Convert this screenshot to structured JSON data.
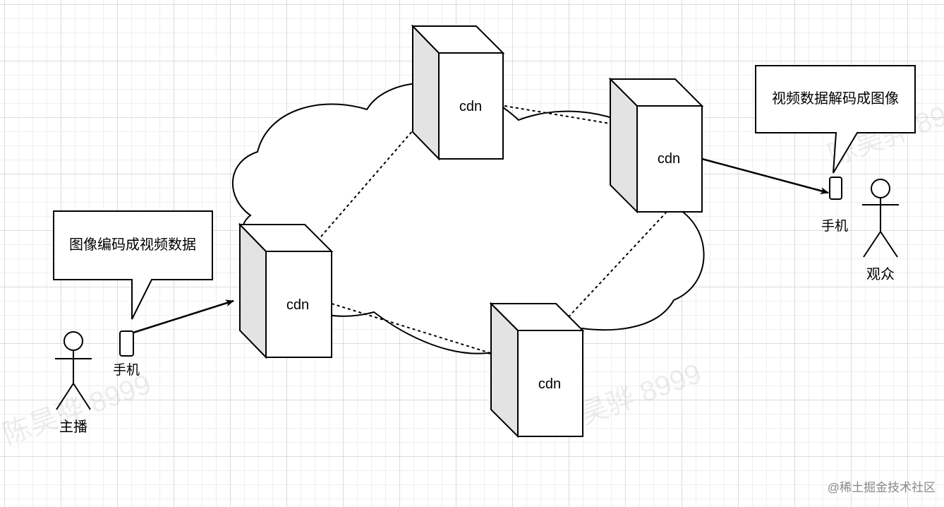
{
  "nodes": {
    "cdn_top": "cdn",
    "cdn_right": "cdn",
    "cdn_left": "cdn",
    "cdn_bottom": "cdn"
  },
  "callouts": {
    "encode": "图像编码成视频数据",
    "decode": "视频数据解码成图像"
  },
  "devices": {
    "left_phone": "手机",
    "right_phone": "手机"
  },
  "actors": {
    "streamer": "主播",
    "viewer": "观众"
  },
  "watermark": "陈昊骅 8999",
  "site_mark": "@稀土掘金技术社区"
}
